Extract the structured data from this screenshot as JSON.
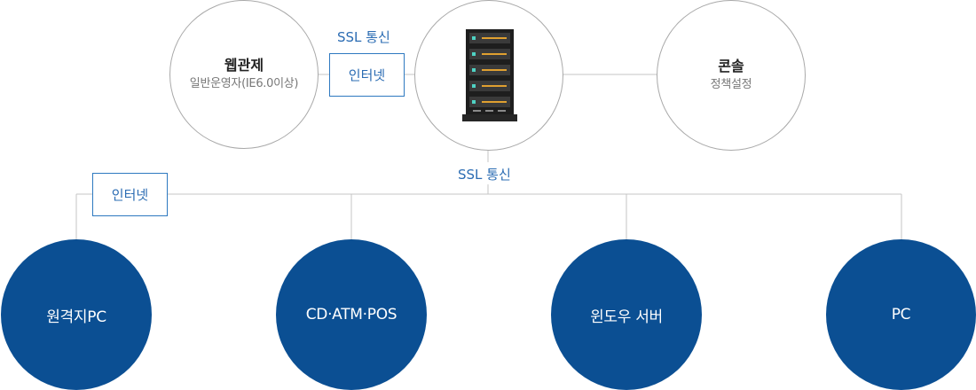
{
  "top_nodes": {
    "web_console": {
      "title": "웹관제",
      "subtitle": "일반운영자(IE6.0이상)"
    },
    "server": {
      "icon": "server-rack-icon"
    },
    "console": {
      "title": "콘솔",
      "subtitle": "정책설정"
    }
  },
  "links": {
    "ssl_top": "SSL 통신",
    "internet_top": "인터넷",
    "ssl_bottom": "SSL 통신",
    "internet_bottom": "인터넷"
  },
  "clients": [
    {
      "label": "원격지PC"
    },
    {
      "label": "CD·ATM·POS"
    },
    {
      "label": "윈도우 서버"
    },
    {
      "label": "PC"
    }
  ],
  "colors": {
    "client_fill": "#0b4f93",
    "outline": "#a9a9a9",
    "accent": "#2b6cb3"
  }
}
